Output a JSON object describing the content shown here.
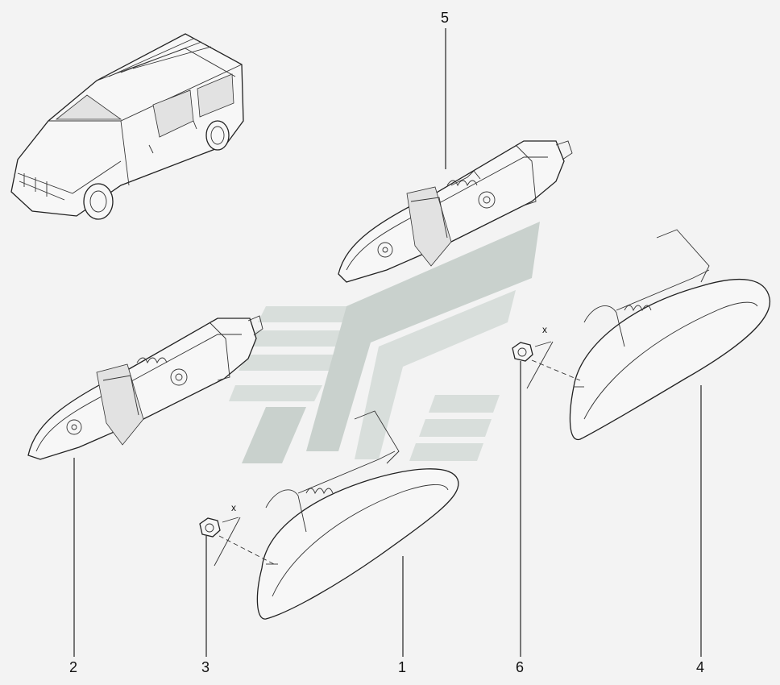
{
  "colors": {
    "background": "#f3f3f3",
    "line": "#222222",
    "watermark": "#c9d1cd"
  },
  "callouts": [
    {
      "id": "p1",
      "label": "1"
    },
    {
      "id": "p2",
      "label": "2"
    },
    {
      "id": "p3",
      "label": "3"
    },
    {
      "id": "p4",
      "label": "4"
    },
    {
      "id": "p5",
      "label": "5"
    },
    {
      "id": "p6",
      "label": "6"
    }
  ],
  "dimension_marks": [
    {
      "id": "x_left",
      "label": "x"
    },
    {
      "id": "x_right",
      "label": "x"
    }
  ]
}
